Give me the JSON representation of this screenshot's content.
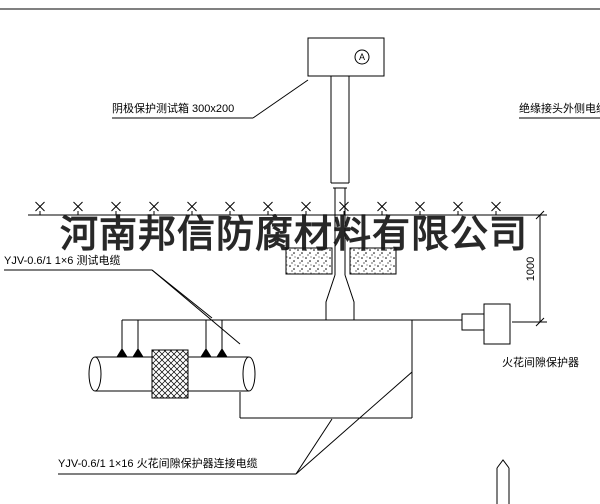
{
  "watermark": {
    "text": "河南邦信防腐材料有限公司"
  },
  "labels": {
    "test_box": "阴极保护测试箱 300x200",
    "outer_cable": "绝缘接头外侧电缆",
    "test_cable": "YJV-0.6/1  1×6   测试电缆",
    "spark_protector": "火花间隙保护器",
    "spark_cable": "YJV-0.6/1  1×16   火花间隙保护器连接电缆",
    "dimension": "1000",
    "meter_letter": "A"
  },
  "colors": {
    "line": "#000000",
    "background": "#ffffff",
    "watermark": "#161616"
  }
}
